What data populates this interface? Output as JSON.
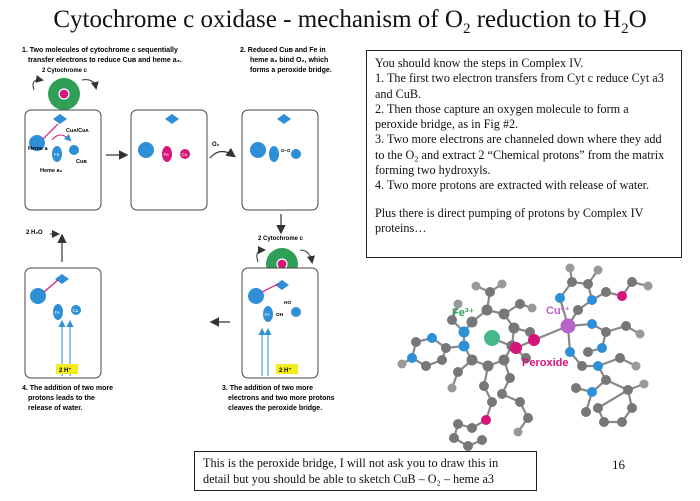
{
  "title": {
    "prefix": "Cytochrome c oxidase - mechanism of O",
    "sub1": "2",
    "middle": " reduction to H",
    "sub2": "2",
    "suffix": "O"
  },
  "notes": {
    "intro": "You should know the steps in Complex IV.",
    "step1": "1. The first two electron transfers from Cyt c reduce Cyt a3 and CuB.",
    "step2": "2. Then those capture an oxygen molecule to form a peroxide bridge, as in Fig #2.",
    "step3": "3. Two more electrons are channeled down where they add to the O₂ and extract 2 “Chemical protons” from the matrix forming two hydroxyls.",
    "step4": "4. Two more protons are extracted with release of water.",
    "extra": "Plus there is direct pumping of protons by Complex IV proteins…"
  },
  "caption": {
    "line1": "This is the peroxide bridge, I will not ask you to draw this in",
    "line2": "detail but you should be able to sketch   CuB – O₂ – heme a3"
  },
  "page_number": "16",
  "diagram": {
    "step1_line1": "1. Two molecules of cytochrome c sequentially",
    "step1_line2": "transfer electrons to reduce Cuʙ and heme a₃.",
    "step2_line1": "2. Reduced Cuʙ and Fe in",
    "step2_line2": "heme a₃ bind O₂, which",
    "step2_line3": "forms a peroxide bridge.",
    "step3_line1": "3. The addition of two more",
    "step3_line2": "electrons and two more protons",
    "step3_line3": "cleaves the peroxide bridge.",
    "step4_line1": "4. The addition of two more",
    "step4_line2": "protons leads to the",
    "step4_line3": "release of water.",
    "cyt_c_label": "2 Cytochrome c",
    "cu_a": "Cuᴀ/Cuᴀ",
    "heme_a": "Heme a",
    "heme_a3": "Heme a₃",
    "cu_b": "Cuʙ",
    "fe": "Fe",
    "cu": "Cu",
    "o2": "O₂",
    "water": "2 H₂O",
    "two_h": "2 H⁺",
    "ho": "HO",
    "oh": "OH",
    "o_o": "O–O"
  },
  "molecule": {
    "fe_label": "Fe³⁺",
    "cu_label": "Cu²⁺",
    "peroxide_label": "Peroxide"
  },
  "colors": {
    "blue": "#2e8fd6",
    "magenta": "#d4157a",
    "green": "#2f9e57",
    "yellow": "#f2ec21",
    "fe_green": "#44b889",
    "cu_purple": "#b565c8"
  }
}
